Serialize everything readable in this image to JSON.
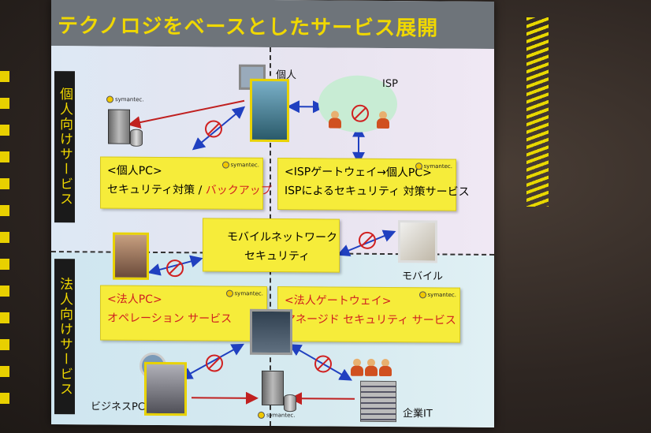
{
  "slide": {
    "title": "テクノロジをベースとしたサービス展開",
    "side_personal": "個人向けサービス",
    "side_corporate": "法人向けサービス",
    "label_individual": "個人",
    "label_isp": "ISP",
    "label_mobile": "モバイル",
    "label_business_pc": "ビジネスPC",
    "label_enterprise_it": "企業IT",
    "logo_text": "symantec.",
    "box_personal_pc": {
      "line1": "<個人PC>",
      "line2a": "セキュリティ対策 / ",
      "line2b": "バックアップ"
    },
    "box_isp_gateway": {
      "line1": "<ISPゲートウェイ→個人PC>",
      "line2": "ISPによるセキュリティ 対策サービス"
    },
    "box_mobile": {
      "line1": "モバイルネットワーク",
      "line2": "セキュリティ"
    },
    "box_corp_pc": {
      "line1": "<法人PC>",
      "line2": "オペレーション サービス"
    },
    "box_corp_gateway": {
      "line1": "<法人ゲートウェイ>",
      "line2": "マネージド セキュリティ サービス"
    }
  },
  "colors": {
    "title": "#f0d800",
    "box": "#f6ec3a",
    "accent_red": "#d02020",
    "arrow_blue": "#2040c0"
  },
  "icons": [
    "server-icon",
    "disk-icon",
    "no-sign-icon",
    "person-icon",
    "building-icon",
    "monitor-icon"
  ]
}
